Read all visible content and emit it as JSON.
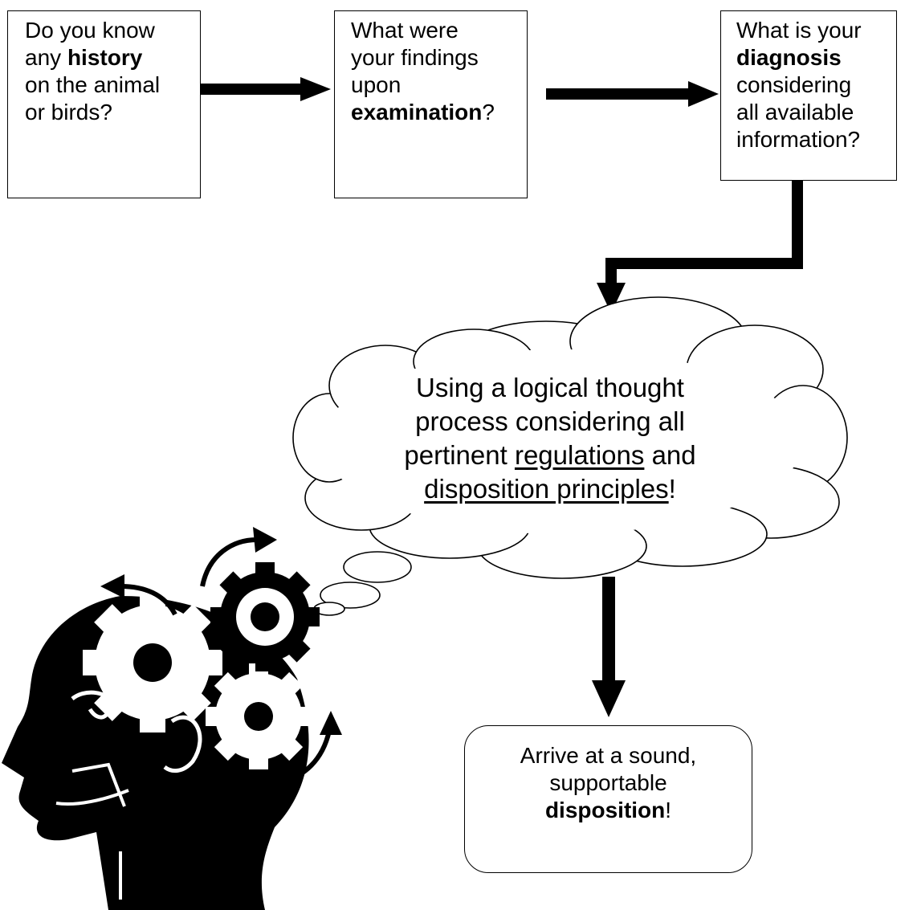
{
  "boxes": {
    "history": {
      "l1": "Do you know",
      "l2a": "any ",
      "l2b": "history",
      "l3": "on the animal",
      "l4": "or birds?"
    },
    "examination": {
      "l1": "What were",
      "l2": "your findings",
      "l3": "upon",
      "l4a": "examination",
      "l4b": "?"
    },
    "diagnosis": {
      "l1": "What is your",
      "l2": "diagnosis",
      "l3": "considering",
      "l4": "all available",
      "l5": "information?"
    },
    "disposition": {
      "l1": "Arrive at a sound,",
      "l2": "supportable",
      "l3a": "disposition",
      "l3b": "!"
    }
  },
  "cloud": {
    "l1": "Using a logical thought",
    "l2": "process considering all",
    "l3a": "pertinent ",
    "l3b": "regulations",
    "l3c": " and",
    "l4a": "disposition principles",
    "l4b": "!"
  },
  "icons": {
    "head": "head-with-gears-icon"
  },
  "colors": {
    "ink": "#000000",
    "background": "#ffffff"
  }
}
